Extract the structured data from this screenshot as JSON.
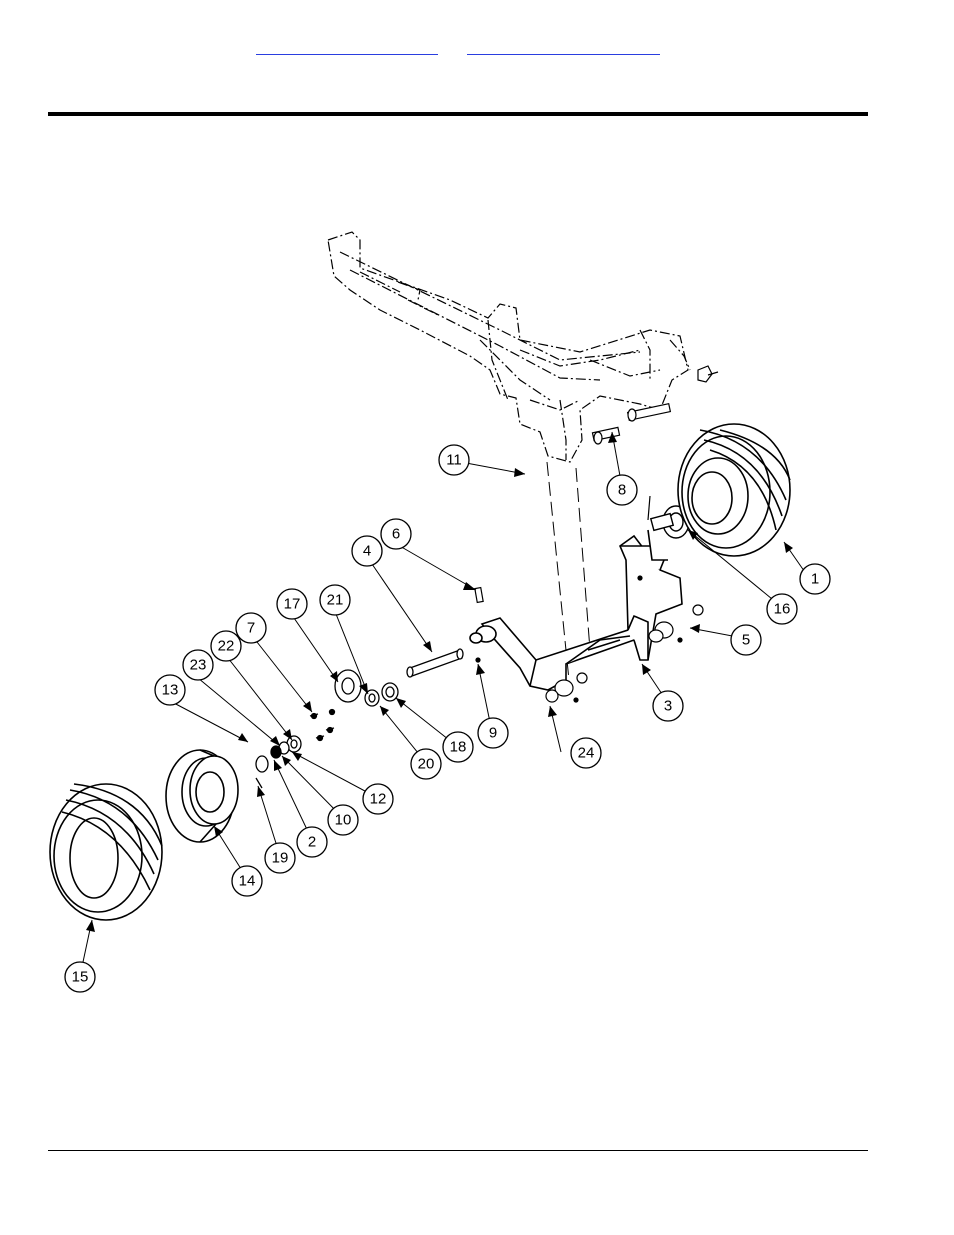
{
  "header": {
    "link_1": "",
    "link_2": ""
  },
  "callouts": [
    {
      "id": "c11",
      "label": "11"
    },
    {
      "id": "c8",
      "label": "8"
    },
    {
      "id": "c6",
      "label": "6"
    },
    {
      "id": "c4",
      "label": "4"
    },
    {
      "id": "c21",
      "label": "21"
    },
    {
      "id": "c17",
      "label": "17"
    },
    {
      "id": "c7",
      "label": "7"
    },
    {
      "id": "c22",
      "label": "22"
    },
    {
      "id": "c23",
      "label": "23"
    },
    {
      "id": "c13",
      "label": "13"
    },
    {
      "id": "c1",
      "label": "1"
    },
    {
      "id": "c16",
      "label": "16"
    },
    {
      "id": "c5",
      "label": "5"
    },
    {
      "id": "c3",
      "label": "3"
    },
    {
      "id": "c24",
      "label": "24"
    },
    {
      "id": "c9",
      "label": "9"
    },
    {
      "id": "c18",
      "label": "18"
    },
    {
      "id": "c20",
      "label": "20"
    },
    {
      "id": "c12",
      "label": "12"
    },
    {
      "id": "c10",
      "label": "10"
    },
    {
      "id": "c2",
      "label": "2"
    },
    {
      "id": "c19",
      "label": "19"
    },
    {
      "id": "c14",
      "label": "14"
    },
    {
      "id": "c15",
      "label": "15"
    }
  ]
}
